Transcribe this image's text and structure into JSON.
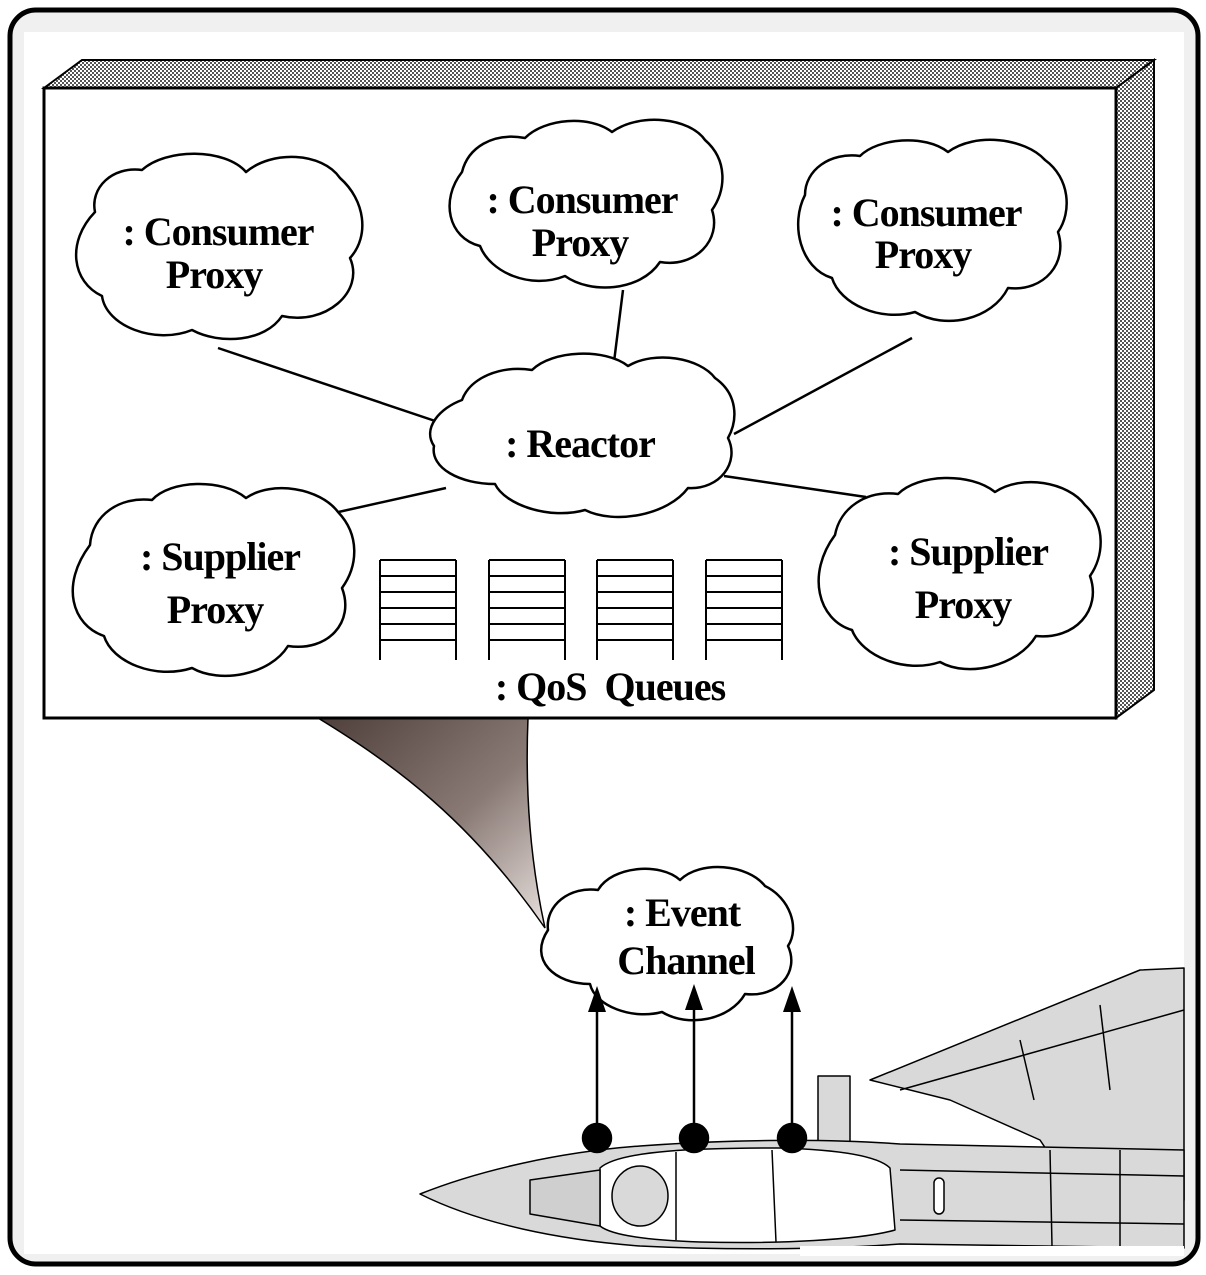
{
  "consumer_proxies": [
    {
      "line1": ": Consumer",
      "line2": "Proxy"
    },
    {
      "line1": ": Consumer",
      "line2": "Proxy"
    },
    {
      "line1": ": Consumer",
      "line2": "Proxy"
    }
  ],
  "reactor": {
    "label": ": Reactor"
  },
  "supplier_proxies": [
    {
      "line1": ": Supplier",
      "line2": "Proxy"
    },
    {
      "line1": ": Supplier",
      "line2": "Proxy"
    }
  ],
  "qos_queues": {
    "label": ": QoS  Queues",
    "count": 4
  },
  "event_channel": {
    "line1": ": Event",
    "line2": "Channel"
  },
  "colors": {
    "frame_fill": "#f0f0f0",
    "box_shadow": "#8a8a8a",
    "callout_dark": "#6b5a55",
    "callout_light": "#ddd4d0",
    "aircraft_fill": "#d9d9d9",
    "line": "#000000"
  }
}
